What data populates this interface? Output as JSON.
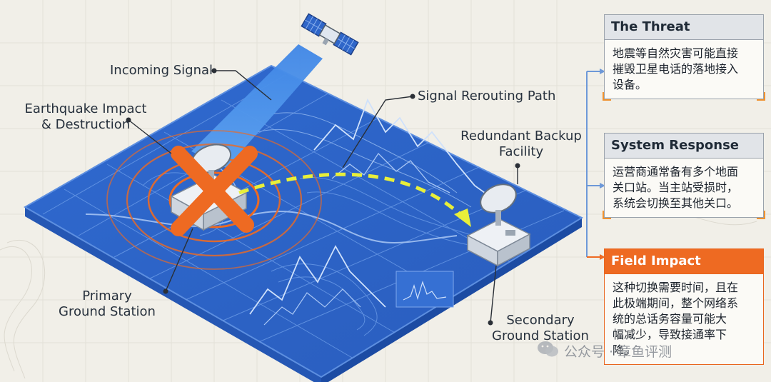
{
  "labels": {
    "incoming_signal": "Incoming Signal",
    "earthquake_line1": "Earthquake Impact",
    "earthquake_line2": "& Destruction",
    "rerouting_path": "Signal Rerouting Path",
    "backup_line1": "Redundant Backup",
    "backup_line2": "Facility",
    "primary_line1": "Primary",
    "primary_line2": "Ground Station",
    "secondary_line1": "Secondary",
    "secondary_line2": "Ground Station"
  },
  "cards": [
    {
      "title": "The Threat",
      "lines": [
        "地震等自然灾害可能直接",
        "摧毁卫星电话的落地接入",
        "设备。"
      ]
    },
    {
      "title": "System Response",
      "lines": [
        "运营商通常备有多个地面",
        "关口站。当主站受损时，",
        "系统会切换至其他关口。"
      ]
    },
    {
      "title": "Field Impact",
      "lines": [
        "这种切换需要时间，且在",
        "此极端期间，整个网络系",
        "统的总话务容量可能大",
        "幅减少，导致接通率下",
        "降。"
      ]
    }
  ],
  "watermark": {
    "text": "公众号 · 章鱼评测"
  },
  "colors": {
    "map_blue": "#2f66c9",
    "beam_blue": "#4a90e8",
    "destruction_orange": "#ee6a22",
    "reroute_yellow": "#e8ef3a",
    "field_impact_header": "#ee6a22"
  },
  "icons": [
    "satellite-icon",
    "satellite-dish-icon",
    "cross-icon",
    "shockwave-rings",
    "wechat-icon"
  ]
}
